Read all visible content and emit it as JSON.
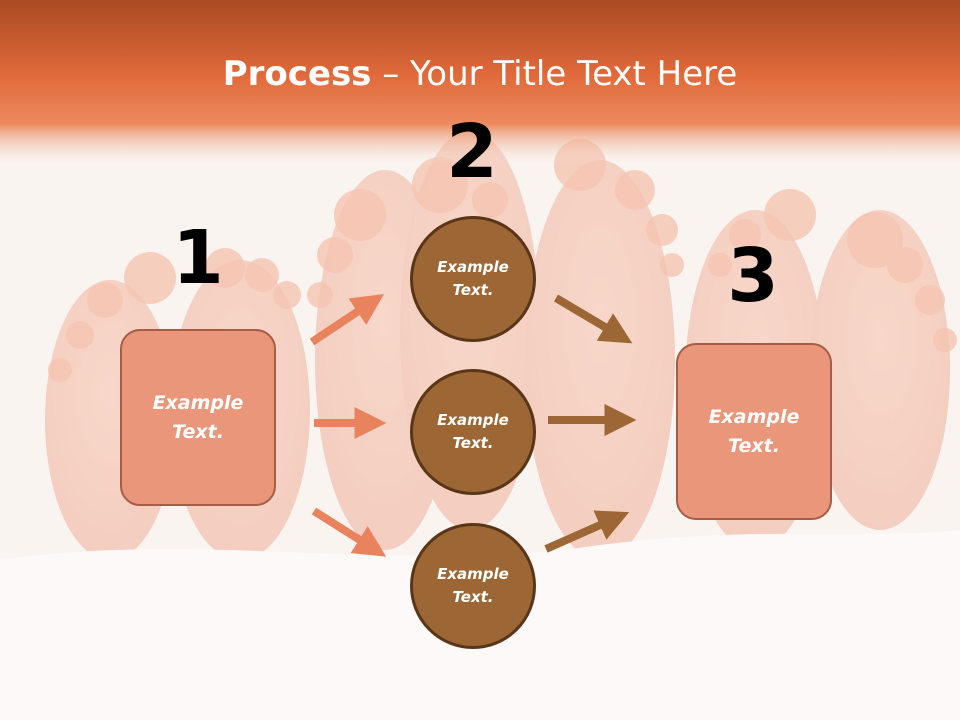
{
  "title": {
    "bold": "Process",
    "rest": " – Your Title Text Here"
  },
  "steps": [
    {
      "number": "1",
      "label": "Example\nText."
    },
    {
      "number": "2",
      "labels": [
        "Example\nText.",
        "Example\nText.",
        "Example\nText."
      ]
    },
    {
      "number": "3",
      "label": "Example\nText."
    }
  ],
  "colors": {
    "header_top": "#a94a23",
    "header_bottom": "#e8743f",
    "box_fill": "#e9967a",
    "circle_fill": "#9c6734",
    "arrow_salmon": "#e9835e",
    "arrow_brown": "#9c6734"
  }
}
